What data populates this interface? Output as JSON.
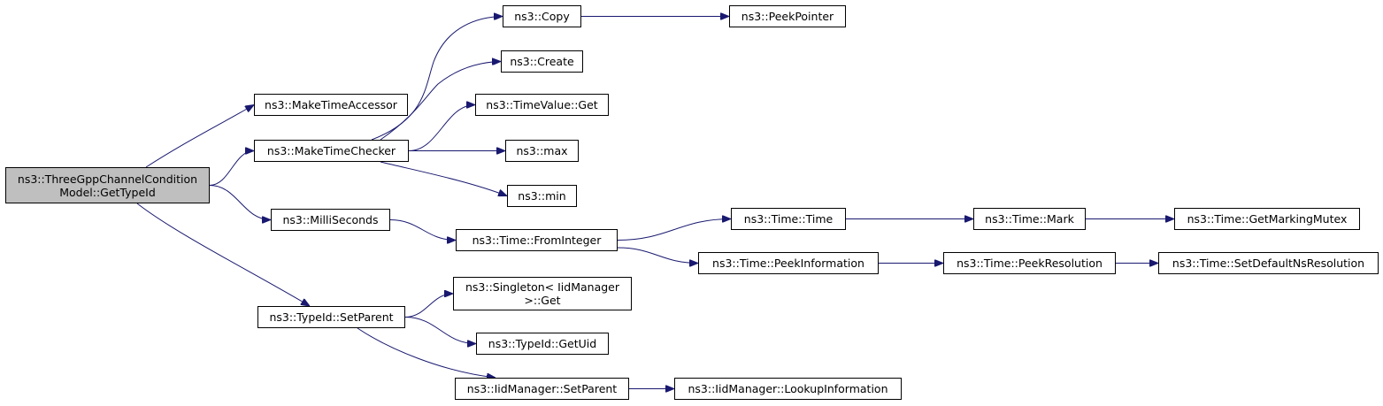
{
  "graph": {
    "type": "call-graph",
    "root": "n-root",
    "colors": {
      "edge": "#191970",
      "node_border": "#000000",
      "node_fill": "#ffffff",
      "root_fill": "#bfbfbf"
    },
    "nodes": [
      {
        "id": "n-root",
        "lines": [
          "ns3::ThreeGppChannelCondition",
          "Model::GetTypeId"
        ],
        "is_root": true
      },
      {
        "id": "n-maketimeaccessor",
        "lines": [
          "ns3::MakeTimeAccessor"
        ]
      },
      {
        "id": "n-maketimechecker",
        "lines": [
          "ns3::MakeTimeChecker"
        ]
      },
      {
        "id": "n-milliseconds",
        "lines": [
          "ns3::MilliSeconds"
        ]
      },
      {
        "id": "n-typeid-setparent",
        "lines": [
          "ns3::TypeId::SetParent"
        ]
      },
      {
        "id": "n-copy",
        "lines": [
          "ns3::Copy"
        ]
      },
      {
        "id": "n-peekpointer",
        "lines": [
          "ns3::PeekPointer"
        ]
      },
      {
        "id": "n-create",
        "lines": [
          "ns3::Create"
        ]
      },
      {
        "id": "n-timevalue-get",
        "lines": [
          "ns3::TimeValue::Get"
        ]
      },
      {
        "id": "n-max",
        "lines": [
          "ns3::max"
        ]
      },
      {
        "id": "n-min",
        "lines": [
          "ns3::min"
        ]
      },
      {
        "id": "n-time-frominteger",
        "lines": [
          "ns3::Time::FromInteger"
        ]
      },
      {
        "id": "n-time-time",
        "lines": [
          "ns3::Time::Time"
        ]
      },
      {
        "id": "n-time-mark",
        "lines": [
          "ns3::Time::Mark"
        ]
      },
      {
        "id": "n-time-getmarkingmutex",
        "lines": [
          "ns3::Time::GetMarkingMutex"
        ]
      },
      {
        "id": "n-time-peekinformation",
        "lines": [
          "ns3::Time::PeekInformation"
        ]
      },
      {
        "id": "n-time-peekresolution",
        "lines": [
          "ns3::Time::PeekResolution"
        ]
      },
      {
        "id": "n-time-setdefaultnsresolution",
        "lines": [
          "ns3::Time::SetDefaultNsResolution"
        ]
      },
      {
        "id": "n-singleton-get",
        "lines": [
          "ns3::Singleton< IidManager",
          ">::Get"
        ]
      },
      {
        "id": "n-typeid-getuid",
        "lines": [
          "ns3::TypeId::GetUid"
        ]
      },
      {
        "id": "n-iidmanager-setparent",
        "lines": [
          "ns3::IidManager::SetParent"
        ]
      },
      {
        "id": "n-iidmanager-lookupinformation",
        "lines": [
          "ns3::IidManager::LookupInformation"
        ]
      }
    ],
    "edges": [
      {
        "from": "n-root",
        "to": "n-maketimeaccessor"
      },
      {
        "from": "n-root",
        "to": "n-maketimechecker"
      },
      {
        "from": "n-root",
        "to": "n-milliseconds"
      },
      {
        "from": "n-root",
        "to": "n-typeid-setparent"
      },
      {
        "from": "n-maketimechecker",
        "to": "n-copy"
      },
      {
        "from": "n-maketimechecker",
        "to": "n-create"
      },
      {
        "from": "n-maketimechecker",
        "to": "n-timevalue-get"
      },
      {
        "from": "n-maketimechecker",
        "to": "n-max"
      },
      {
        "from": "n-maketimechecker",
        "to": "n-min"
      },
      {
        "from": "n-copy",
        "to": "n-peekpointer"
      },
      {
        "from": "n-milliseconds",
        "to": "n-time-frominteger"
      },
      {
        "from": "n-time-frominteger",
        "to": "n-time-time"
      },
      {
        "from": "n-time-frominteger",
        "to": "n-time-peekinformation"
      },
      {
        "from": "n-time-time",
        "to": "n-time-mark"
      },
      {
        "from": "n-time-mark",
        "to": "n-time-getmarkingmutex"
      },
      {
        "from": "n-time-peekinformation",
        "to": "n-time-peekresolution"
      },
      {
        "from": "n-time-peekresolution",
        "to": "n-time-setdefaultnsresolution"
      },
      {
        "from": "n-typeid-setparent",
        "to": "n-singleton-get"
      },
      {
        "from": "n-typeid-setparent",
        "to": "n-typeid-getuid"
      },
      {
        "from": "n-typeid-setparent",
        "to": "n-iidmanager-setparent"
      },
      {
        "from": "n-iidmanager-setparent",
        "to": "n-iidmanager-lookupinformation"
      }
    ]
  }
}
